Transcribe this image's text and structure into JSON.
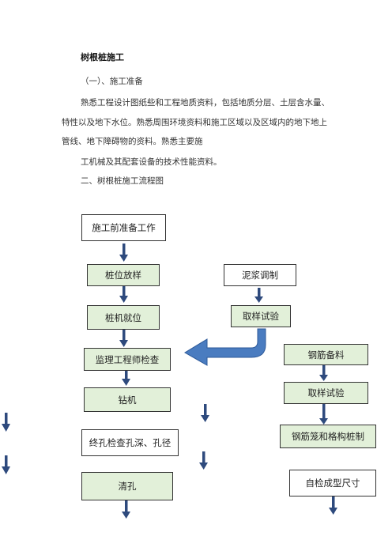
{
  "doc": {
    "title": "树根桩施工",
    "section1": "（一）、施工准备",
    "para_line1": "熟悉工程设计图纸些和工程地质资料，包括地质分层、土层含水量、",
    "para_line2": "特性以及地下水位。熟悉周围环境资料和施工区域以及区域内的地下地上",
    "para_line3": "管线、地下障碍物的资料。熟悉主要施",
    "para_line4": "工机械及其配套设备的技术性能资料。",
    "section2": "二、树根桩施工流程图"
  },
  "flowchart": {
    "main": {
      "prep": "施工前准备工作",
      "layout": "桩位放样",
      "position": "桩机就位",
      "inspect": "监理工程师检查",
      "drill": "钻机",
      "final_hole": "终孔检查孔深、孔径",
      "clean": "清孔"
    },
    "slurry": {
      "mix": "泥浆调制",
      "sample": "取样试验"
    },
    "rebar": {
      "prepare": "钢筋备料",
      "sample": "取样试验",
      "cage": "钢筋笼和格构桩制",
      "self_check": "自检成型尺寸"
    },
    "colors": {
      "arrow": "#2e4a7d",
      "curved_arrow": "#4a7cc0",
      "box_fill": "#e2f0d9"
    }
  }
}
